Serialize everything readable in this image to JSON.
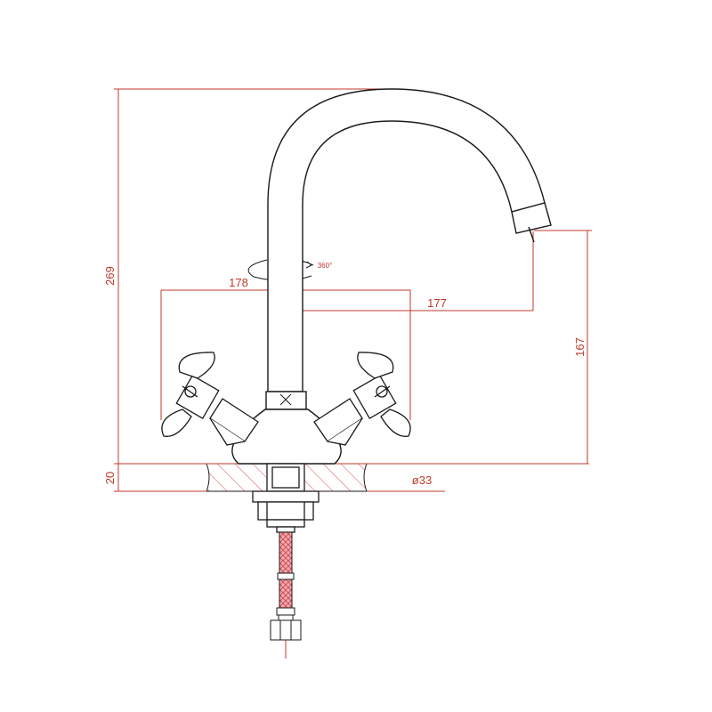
{
  "colors": {
    "outline": "#1a1a1a",
    "dimension": "#c0392b",
    "hose_fill": "#f3a6b4",
    "hatch": "#d9534f"
  },
  "dimensions": {
    "total_height": "269",
    "mount_thickness": "20",
    "left_reach": "178",
    "spout_reach": "177",
    "spout_outlet_height": "167",
    "shank_diameter": "ø33",
    "rotation": "360°"
  }
}
